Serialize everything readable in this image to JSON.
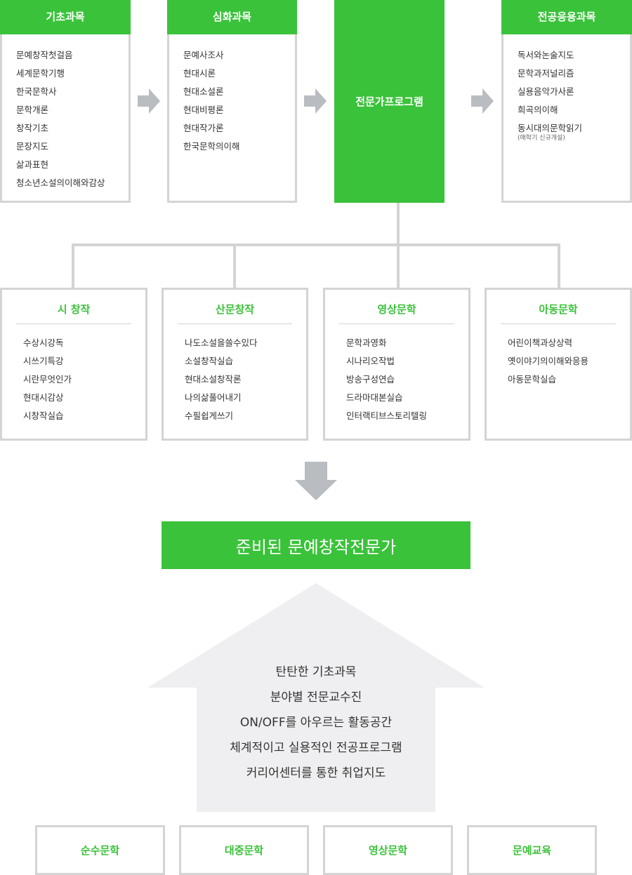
{
  "top_courses": [
    {
      "title": "기초과목",
      "items": [
        "문예창작첫걸음",
        "세계문학기행",
        "한국문학사",
        "문학개론",
        "창작기초",
        "문장지도",
        "삶과표현",
        "청소년소설의이해와감상"
      ]
    },
    {
      "title": "심화과목",
      "items": [
        "문예사조사",
        "현대시론",
        "현대소설론",
        "현대비평론",
        "현대작가론",
        "한국문학의이해"
      ]
    },
    {
      "title": "전문가프로그램"
    },
    {
      "title": "전공응용과목",
      "items": [
        "독서와논술지도",
        "문학과저널리즘",
        "실용음악가사론",
        "희곡의이해",
        "동시대의문학읽기"
      ],
      "note": "(매학기 신규개설)"
    }
  ],
  "specializations": [
    {
      "title": "시 창작",
      "items": [
        "수상시강독",
        "시쓰기특강",
        "시란무엇인가",
        "현대시감상",
        "시창작실습"
      ]
    },
    {
      "title": "산문창작",
      "items": [
        "나도소설을쓸수있다",
        "소설창작실습",
        "현대소설창작론",
        "나의삶풀어내기",
        "수필쉽게쓰기"
      ]
    },
    {
      "title": "영상문학",
      "items": [
        "문학과영화",
        "시나리오작법",
        "방송구성연습",
        "드라마대본실습",
        "인터랙티브스토리텔링"
      ]
    },
    {
      "title": "아동문학",
      "items": [
        "어린이책과상상력",
        "옛이야기의이해와응용",
        "아동문학실습"
      ]
    }
  ],
  "banner": "준비된 문예창작전문가",
  "house_lines": [
    "탄탄한 기초과목",
    "분야별 전문교수진",
    "ON/OFF를 아우르는 활동공간",
    "체계적이고 실용적인 전공프로그램",
    "커리어센터를 통한 취업지도"
  ],
  "outcomes": [
    "순수문학",
    "대중문학",
    "영상문학",
    "문예교육"
  ],
  "colors": {
    "accent": "#3ac23a",
    "border": "#d4d4d4",
    "arrow": "#b9bcc1",
    "house": "#efeff1"
  }
}
